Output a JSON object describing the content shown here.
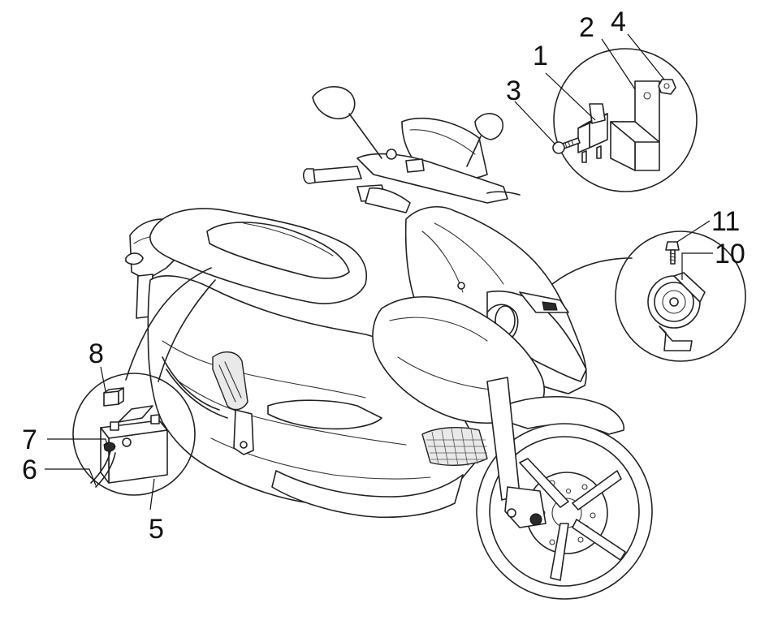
{
  "callouts": [
    {
      "id": "1",
      "label": "1"
    },
    {
      "id": "2",
      "label": "2"
    },
    {
      "id": "3",
      "label": "3"
    },
    {
      "id": "4",
      "label": "4"
    },
    {
      "id": "5",
      "label": "5"
    },
    {
      "id": "6",
      "label": "6"
    },
    {
      "id": "7",
      "label": "7"
    },
    {
      "id": "8",
      "label": "8"
    },
    {
      "id": "10",
      "label": "10"
    },
    {
      "id": "11",
      "label": "11"
    }
  ]
}
